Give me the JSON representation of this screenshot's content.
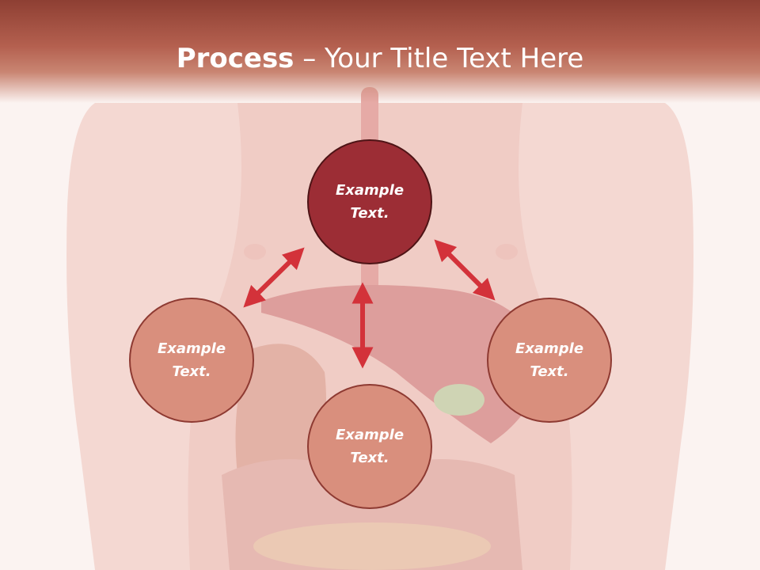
{
  "title": {
    "bold": "Process",
    "rest": " – Your Title Text Here"
  },
  "nodes": {
    "top": "Example\nText.",
    "left": "Example\nText.",
    "right": "Example\nText.",
    "bottom": "Example\nText."
  },
  "colors": {
    "header": "#a84f40",
    "node_top_fill": "#9c2d35",
    "node_side_fill": "#d98f7d",
    "arrow": "#d3323a"
  }
}
